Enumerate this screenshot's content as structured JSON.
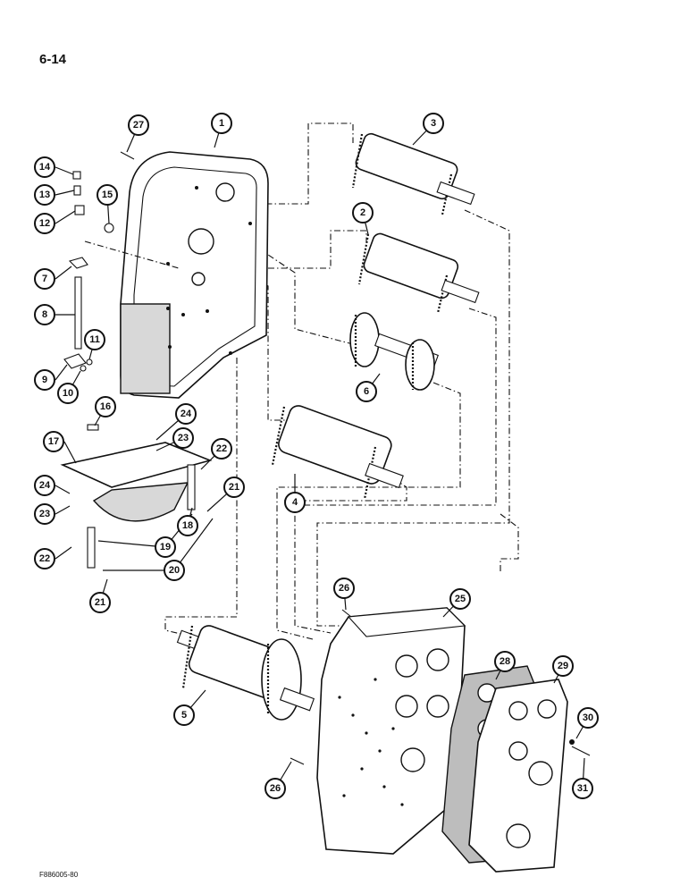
{
  "page": {
    "number": "6-14",
    "figure_id": "F886005-80"
  },
  "callouts": [
    {
      "label": "27"
    },
    {
      "label": "1"
    },
    {
      "label": "3"
    },
    {
      "label": "14"
    },
    {
      "label": "13"
    },
    {
      "label": "15"
    },
    {
      "label": "12"
    },
    {
      "label": "2"
    },
    {
      "label": "7"
    },
    {
      "label": "8"
    },
    {
      "label": "11"
    },
    {
      "label": "9"
    },
    {
      "label": "10"
    },
    {
      "label": "6"
    },
    {
      "label": "16"
    },
    {
      "label": "24"
    },
    {
      "label": "17"
    },
    {
      "label": "23"
    },
    {
      "label": "22"
    },
    {
      "label": "4"
    },
    {
      "label": "24"
    },
    {
      "label": "21"
    },
    {
      "label": "23"
    },
    {
      "label": "18"
    },
    {
      "label": "19"
    },
    {
      "label": "22"
    },
    {
      "label": "20"
    },
    {
      "label": "21"
    },
    {
      "label": "26"
    },
    {
      "label": "25"
    },
    {
      "label": "28"
    },
    {
      "label": "29"
    },
    {
      "label": "5"
    },
    {
      "label": "30"
    },
    {
      "label": "26"
    },
    {
      "label": "31"
    }
  ]
}
